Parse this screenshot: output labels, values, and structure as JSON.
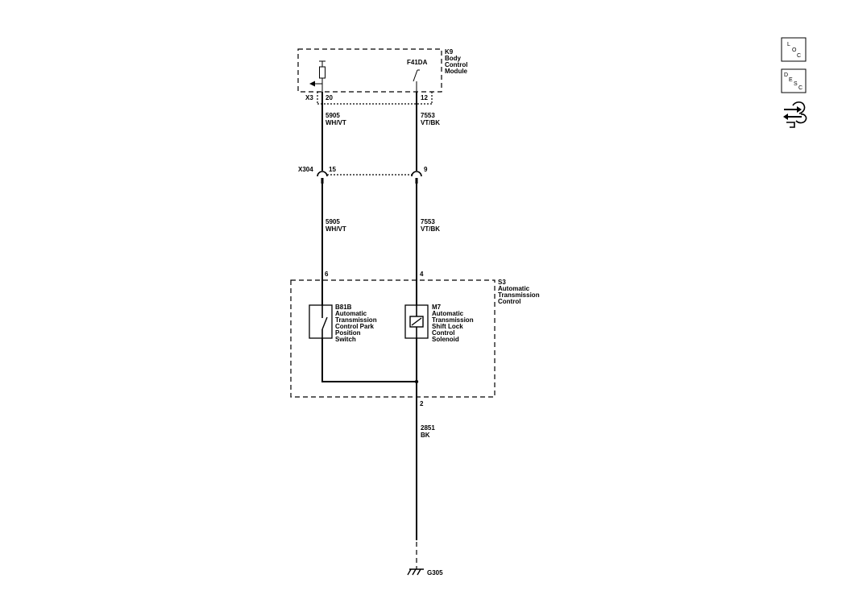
{
  "modules": {
    "k9": {
      "id": "K9",
      "name_lines": [
        "Body",
        "Control",
        "Module"
      ]
    },
    "s3": {
      "id": "S3",
      "name_lines": [
        "Automatic",
        "Transmission",
        "Control"
      ]
    }
  },
  "k9_internal": {
    "fuse": "F41DA"
  },
  "connectors": {
    "x3": {
      "id": "X3",
      "pin_left": "20",
      "pin_right": "12"
    },
    "x304": {
      "id": "X304",
      "pin_left": "15",
      "pin_right": "9"
    },
    "s3_pins": {
      "left": "6",
      "right": "4",
      "bottom": "2"
    }
  },
  "wires": {
    "left_upper": {
      "circuit": "5905",
      "color": "WH/VT"
    },
    "right_upper": {
      "circuit": "7553",
      "color": "VT/BK"
    },
    "left_lower": {
      "circuit": "5905",
      "color": "WH/VT"
    },
    "right_lower": {
      "circuit": "7553",
      "color": "VT/BK"
    },
    "ground": {
      "circuit": "2851",
      "color": "BK"
    }
  },
  "components": {
    "b81b": {
      "id": "B81B",
      "name_lines": [
        "Automatic",
        "Transmission",
        "Control Park",
        "Position",
        "Switch"
      ]
    },
    "m7": {
      "id": "M7",
      "name_lines": [
        "Automatic",
        "Transmission",
        "Shift Lock",
        "Control",
        "Solenoid"
      ]
    }
  },
  "ground": {
    "id": "G305"
  },
  "side_icons": {
    "loc": {
      "letters": [
        "L",
        "O",
        "C"
      ],
      "icon": "location-icon"
    },
    "desc": {
      "letters": [
        "D",
        "E",
        "S",
        "C"
      ],
      "icon": "description-icon"
    },
    "flow": {
      "icon": "schematic-navigation-icon"
    }
  }
}
